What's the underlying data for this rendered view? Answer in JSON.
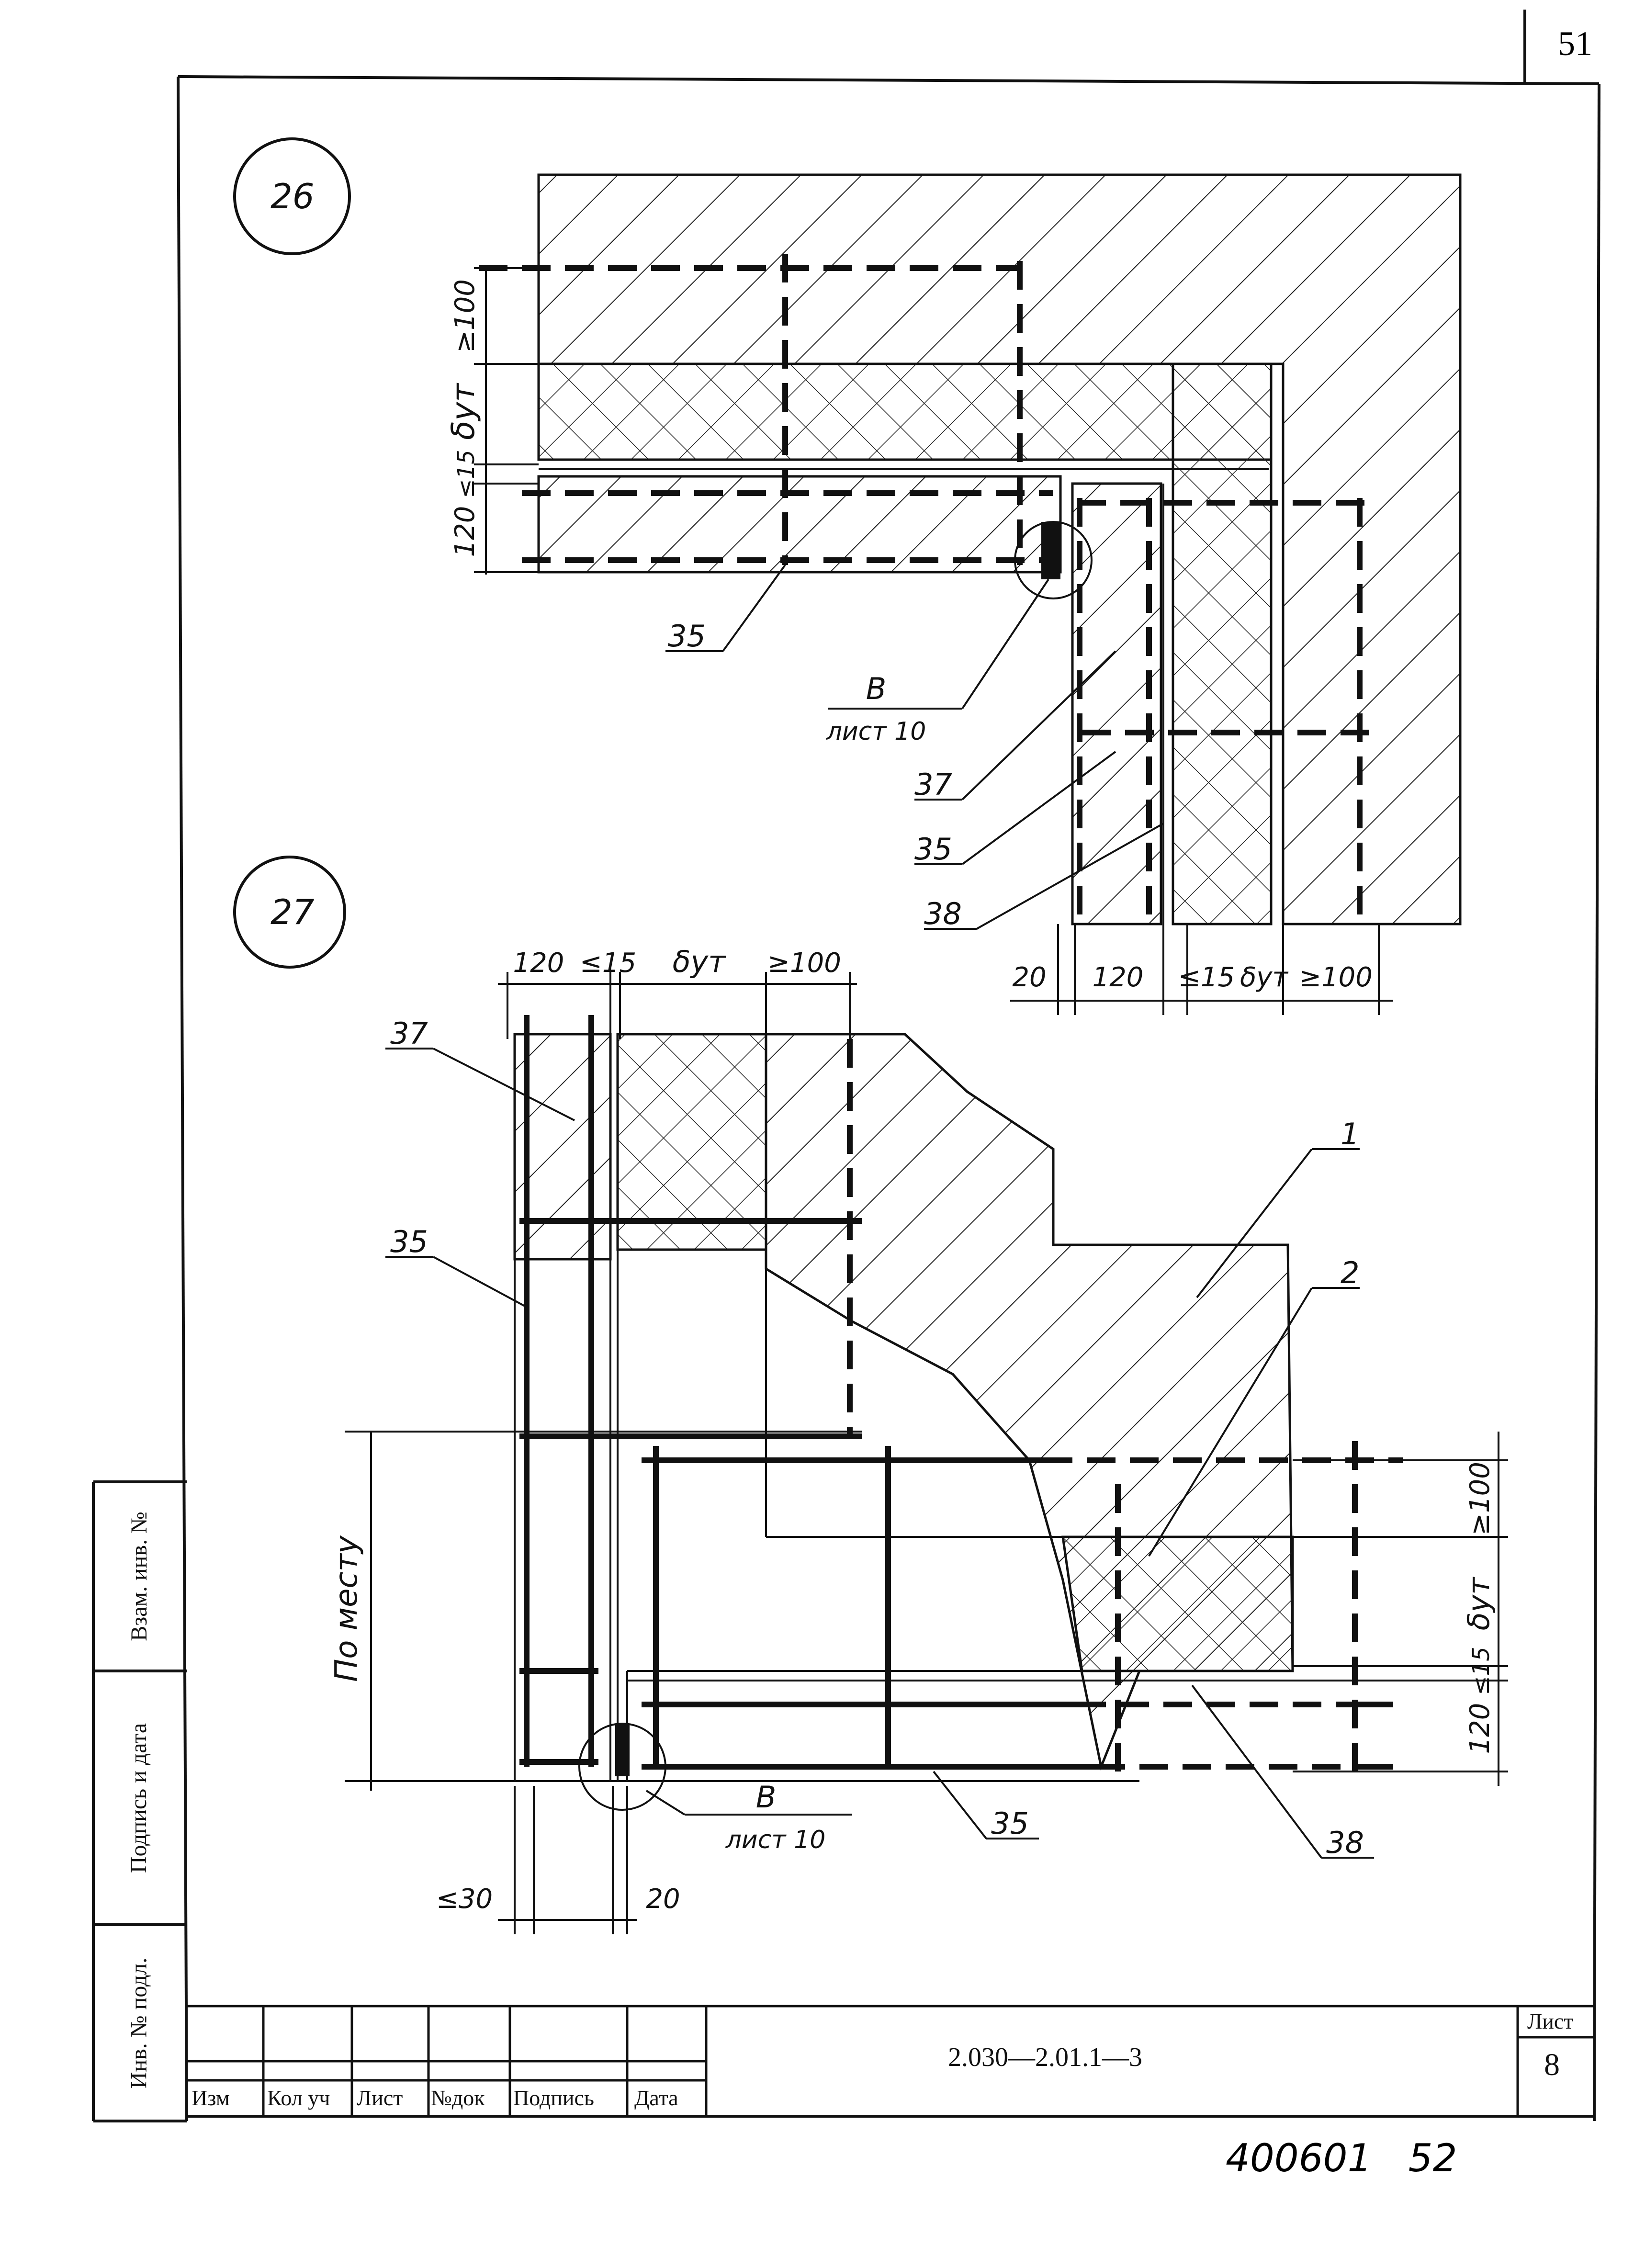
{
  "page_number": "51",
  "sheet_stamp": "400601   52",
  "details": {
    "d26": {
      "label": "26",
      "dims_vertical": [
        "≥100",
        "δут",
        "≤15",
        "120"
      ],
      "dims_horizontal": [
        "20",
        "120",
        "≤15",
        "δут",
        "≥100"
      ],
      "callouts": [
        {
          "id": "35",
          "text": "35"
        },
        {
          "id": "37",
          "text": "37"
        },
        {
          "id": "35b",
          "text": "35"
        },
        {
          "id": "38",
          "text": "38"
        }
      ],
      "ref_letter": "B",
      "ref_sheet": "лист 10"
    },
    "d27": {
      "label": "27",
      "dims_horizontal_top": [
        "120",
        "≤15",
        "δут",
        "≥100"
      ],
      "dims_vertical_right": [
        "≥100",
        "δут",
        "≤15",
        "120"
      ],
      "dim_bottom_left": "≤30",
      "dim_bottom_right": "20",
      "dim_vertical_left": "По месту",
      "callouts": [
        {
          "id": "37",
          "text": "37"
        },
        {
          "id": "35",
          "text": "35"
        },
        {
          "id": "1",
          "text": "1"
        },
        {
          "id": "2",
          "text": "2"
        },
        {
          "id": "35b",
          "text": "35"
        },
        {
          "id": "38",
          "text": "38"
        }
      ],
      "ref_letter": "B",
      "ref_sheet": "лист 10"
    }
  },
  "side_stamp": [
    "Взам. инв. №",
    "Подпись и дата",
    "Инв. № подл."
  ],
  "title_block": {
    "columns": [
      "Изм",
      "Кол уч",
      "Лист",
      "№док",
      "Подпись",
      "Дата"
    ],
    "designation": "2.030—2.01.1—3",
    "sheet_label": "Лист",
    "sheet_number": "8"
  }
}
